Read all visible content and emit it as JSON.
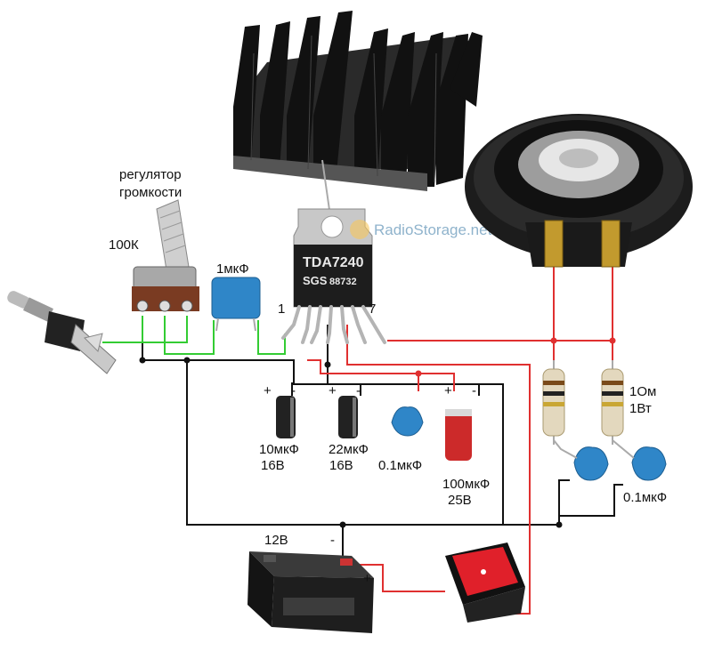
{
  "labels": {
    "volume_title_line1": "регулятор",
    "volume_title_line2": "громкости",
    "pot_value": "100К",
    "cap_input": "1мкФ",
    "pin_1": "1",
    "pin_7": "7",
    "cap1_line1": "10мкФ",
    "cap1_line2": "16В",
    "cap2_line1": "22мкФ",
    "cap2_line2": "16В",
    "cap3": "0.1мкФ",
    "cap4_line1": "100мкФ",
    "cap4_line2": "25В",
    "res_line1": "1Ом",
    "res_line2": "1Вт",
    "zobel_cap": "0.1мкФ",
    "battery_voltage": "12В",
    "plus": "+",
    "minus": "-"
  },
  "chip": {
    "part": "TDA7240",
    "marking_brand": "SGS",
    "marking_code": "88732"
  },
  "watermark": "RadioStorage.net",
  "colors": {
    "wire_black": "#111111",
    "wire_red": "#e03030",
    "wire_green": "#33cc33",
    "cap_blue": "#2f86c8",
    "heatsink": "#1a1a1a"
  }
}
